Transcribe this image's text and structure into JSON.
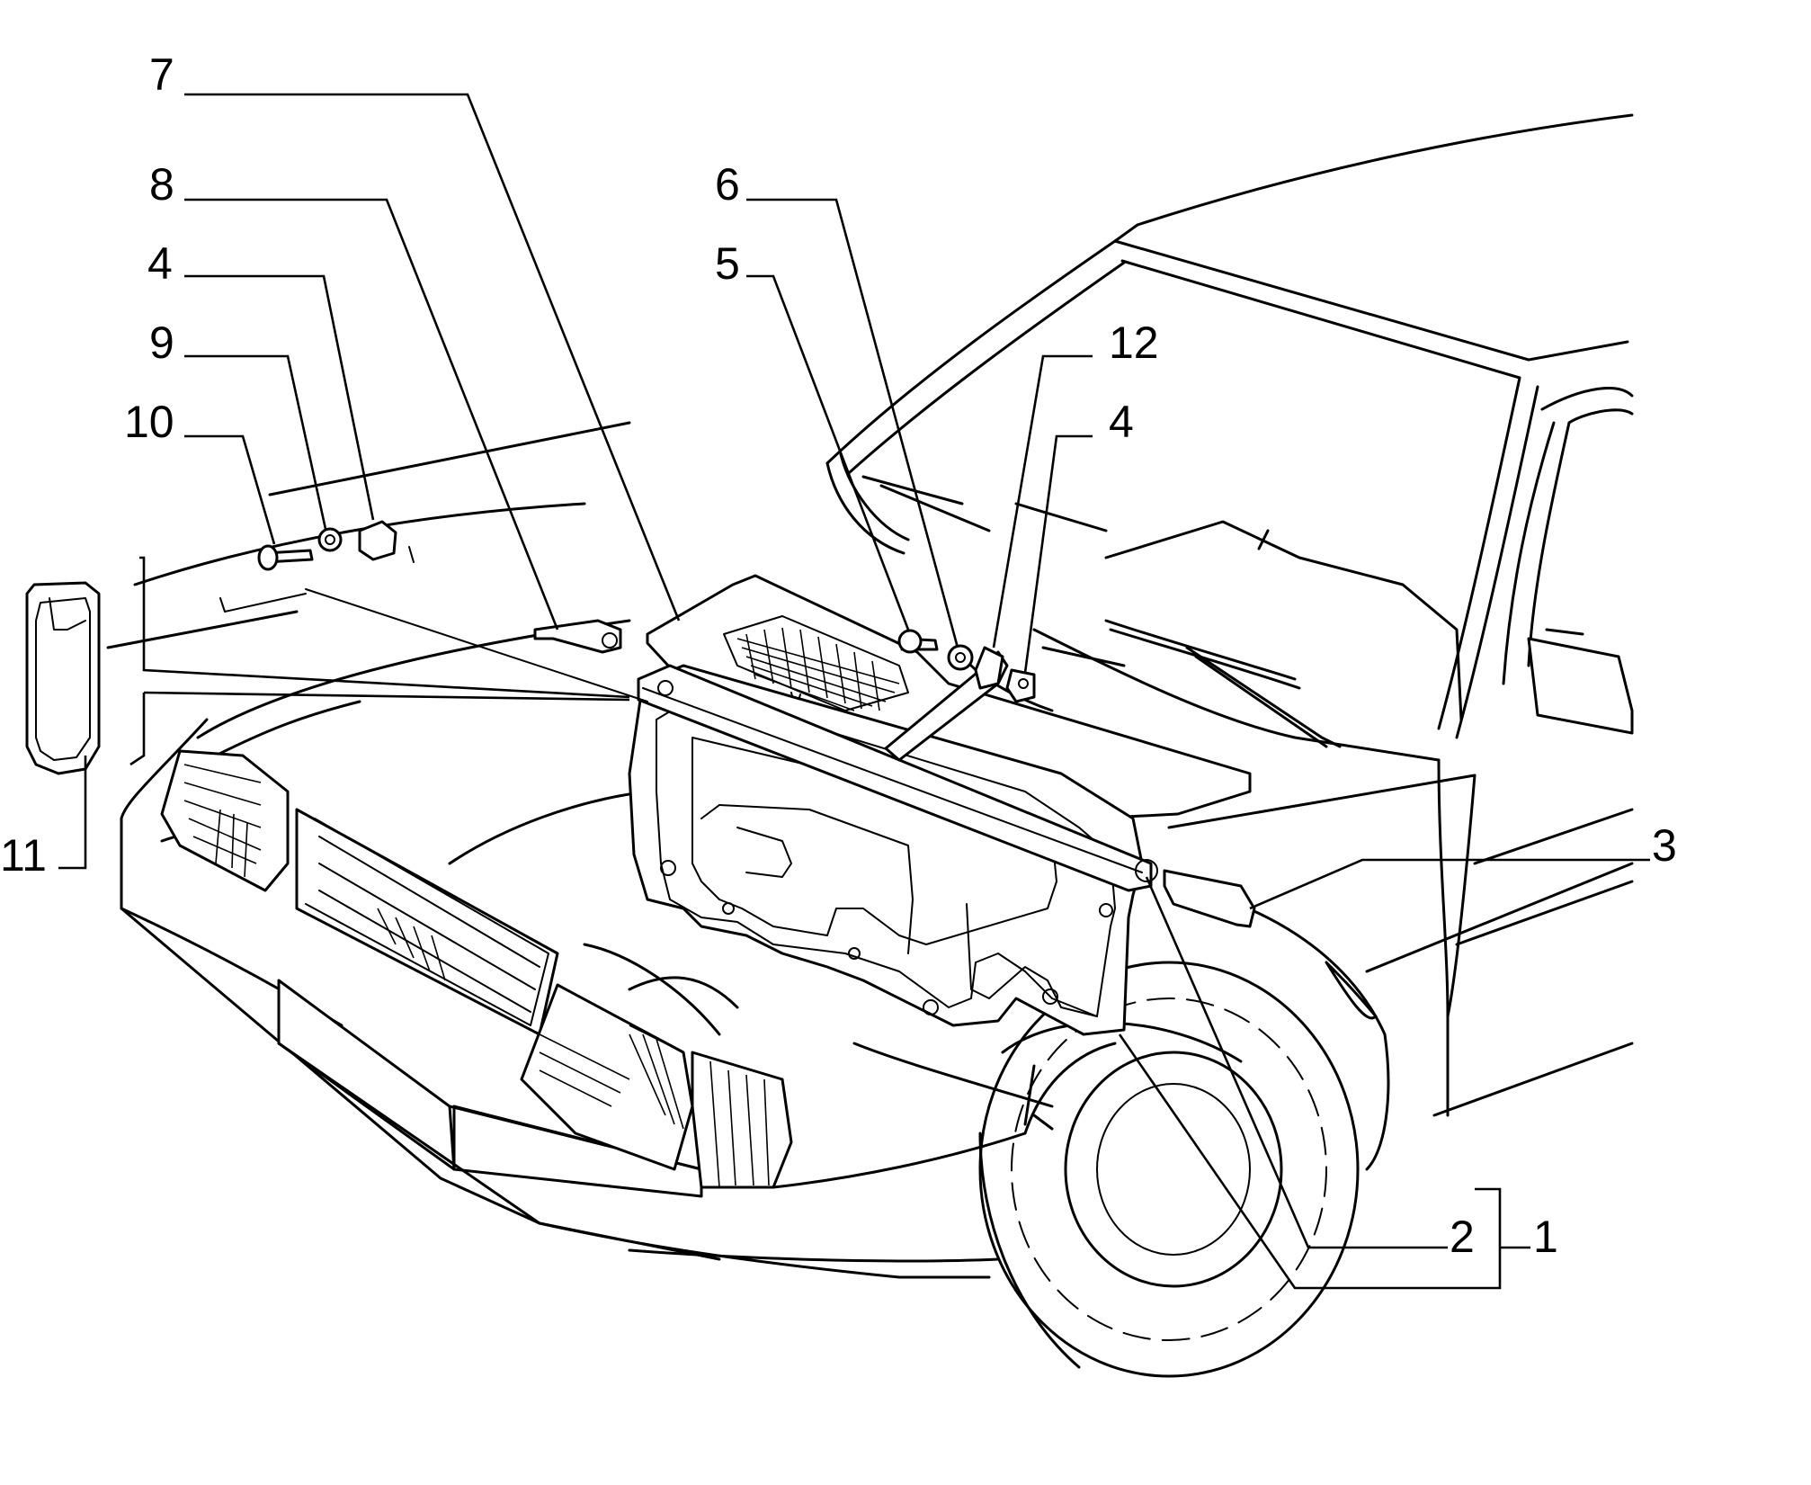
{
  "diagram": {
    "callouts": [
      {
        "id": "7",
        "label": "7"
      },
      {
        "id": "8",
        "label": "8"
      },
      {
        "id": "4a",
        "label": "4"
      },
      {
        "id": "9",
        "label": "9"
      },
      {
        "id": "10",
        "label": "10"
      },
      {
        "id": "11",
        "label": "11"
      },
      {
        "id": "6",
        "label": "6"
      },
      {
        "id": "5",
        "label": "5"
      },
      {
        "id": "12",
        "label": "12"
      },
      {
        "id": "4b",
        "label": "4"
      },
      {
        "id": "3",
        "label": "3"
      },
      {
        "id": "2",
        "label": "2"
      },
      {
        "id": "1",
        "label": "1"
      }
    ]
  }
}
